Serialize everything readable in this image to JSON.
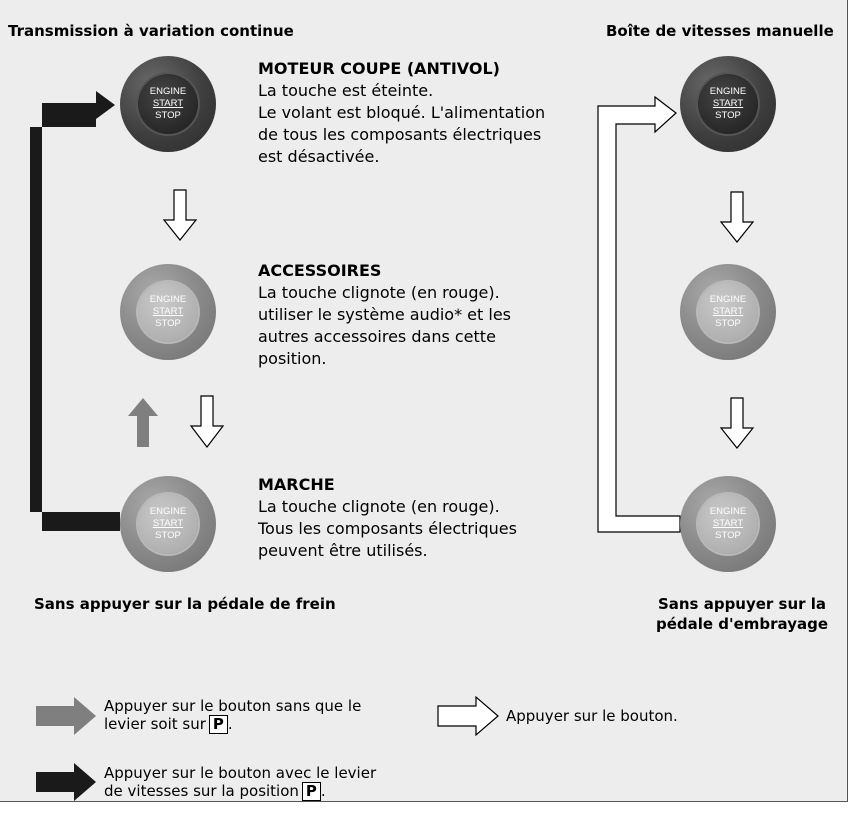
{
  "headers": {
    "left": "Transmission à variation continue",
    "right": "Boîte de vitesses manuelle"
  },
  "states": [
    {
      "title": "MOTEUR COUPE (ANTIVOL)",
      "lines": [
        "La touche est éteinte.",
        "Le volant est bloqué. L'alimentation",
        "de tous les composants électriques",
        "est désactivée."
      ]
    },
    {
      "title": "ACCESSOIRES",
      "lines": [
        "La touche clignote (en rouge).",
        "utiliser le système audio* et les",
        "autres accessoires dans cette",
        "position."
      ]
    },
    {
      "title": "MARCHE",
      "lines": [
        "La touche clignote (en rouge).",
        "Tous les composants électriques",
        "peuvent être utilisés."
      ]
    }
  ],
  "button": {
    "top": "ENGINE",
    "mid": "START",
    "bottom": "STOP"
  },
  "captions": {
    "left": "Sans appuyer sur la pédale de frein",
    "right_line1": "Sans appuyer sur la",
    "right_line2": "pédale d'embrayage"
  },
  "legend": {
    "gray_line1": "Appuyer sur le bouton sans que le",
    "gray_line2": "levier soit sur",
    "white": "Appuyer sur le bouton.",
    "black_line1": "Appuyer sur le bouton avec le levier",
    "black_line2": "de vitesses sur la position",
    "key": "P",
    "period": "."
  },
  "colors": {
    "background": "#ededed",
    "gray_arrow": "#7f7f7f",
    "black_arrow": "#1a1a1a",
    "white_arrow": "#ffffff"
  },
  "icons": [
    "engine-start-stop-button-icon",
    "arrow-down-icon",
    "arrow-up-icon",
    "arrow-right-icon"
  ]
}
